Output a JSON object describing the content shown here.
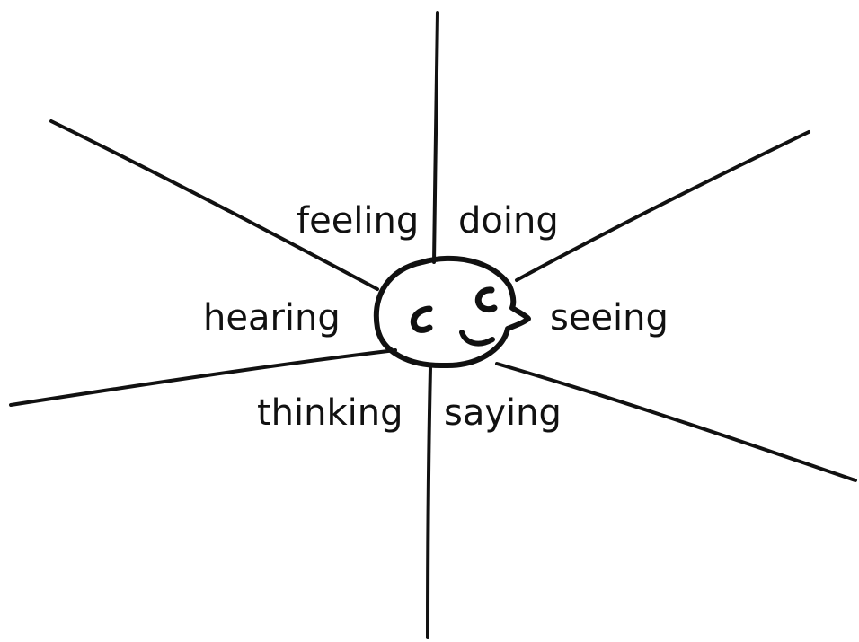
{
  "diagram": {
    "center_icon": "smiling-head-icon",
    "line_color": "#111111",
    "labels": {
      "feeling": "feeling",
      "doing": "doing",
      "hearing": "hearing",
      "seeing": "seeing",
      "thinking": "thinking",
      "saying": "saying"
    }
  }
}
